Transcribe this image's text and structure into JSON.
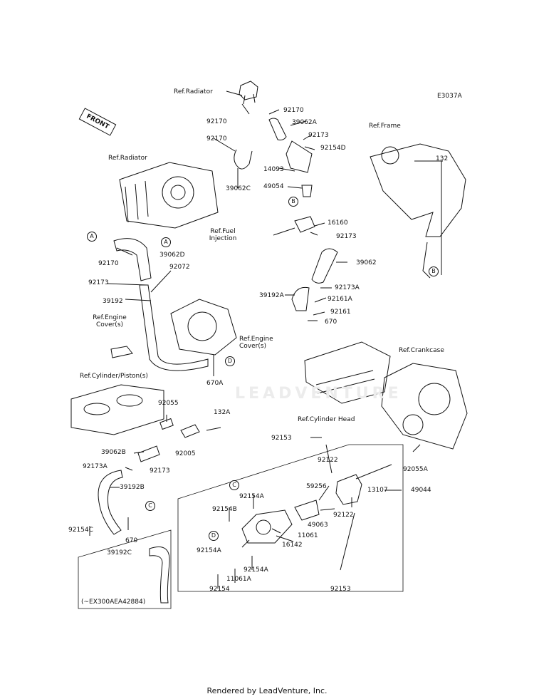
{
  "diagram": {
    "code": "E3037A",
    "front_label": "FRONT",
    "watermark": "LEADVENTURE",
    "footer": "Rendered by LeadVenture, Inc."
  },
  "refs": {
    "radiator_top": "Ref.Radiator",
    "radiator_left": "Ref.Radiator",
    "frame": "Ref.Frame",
    "fuel_injection": "Ref.Fuel\nInjection",
    "engine_cover_left": "Ref.Engine\nCover(s)",
    "engine_cover_right": "Ref.Engine\nCover(s)",
    "cylinder_piston": "Ref.Cylinder/Piston(s)",
    "cylinder_head": "Ref.Cylinder Head",
    "crankcase": "Ref.Crankcase",
    "ex300": "(~EX300AEA42884)"
  },
  "parts": {
    "p92170_top_r": "92170",
    "p92170_top_l": "92170",
    "p39062A": "39062A",
    "p92170_mid": "92170",
    "p92173_top": "92173",
    "p92154D": "92154D",
    "p14093": "14093",
    "p39062C": "39062C",
    "p49054": "49054",
    "p16160": "16160",
    "p92173_mid": "92173",
    "p132": "132",
    "p92170_left": "92170",
    "p39062D": "39062D",
    "p92173_left": "92173",
    "p92072": "92072",
    "p39192": "39192",
    "p39062": "39062",
    "p39192A": "39192A",
    "p92173A": "92173A",
    "p92161A": "92161A",
    "p92161": "92161",
    "p670_top": "670",
    "p670A": "670A",
    "p92055": "92055",
    "p132A": "132A",
    "p92005": "92005",
    "p39062B": "39062B",
    "p92173A_left": "92173A",
    "p92173_low": "92173",
    "p39192B": "39192B",
    "p92154C": "92154C",
    "p670_low": "670",
    "p92153_top": "92153",
    "p92122_top": "92122",
    "p92055A": "92055A",
    "p59256": "59256",
    "p13107": "13107",
    "p49044": "49044",
    "p92154A_top": "92154A",
    "p92154B": "92154B",
    "p49063": "49063",
    "p92122_low": "92122",
    "p11061": "11061",
    "p16142": "16142",
    "p92154A_mid": "92154A",
    "p92154A_low": "92154A",
    "p11061A": "11061A",
    "p92154": "92154",
    "p92153_low": "92153",
    "p39192C": "39192C"
  },
  "callouts": {
    "A1": "A",
    "A2": "A",
    "B1": "B",
    "B2": "B",
    "C1": "C",
    "C2": "C",
    "D1": "D",
    "D2": "D"
  }
}
